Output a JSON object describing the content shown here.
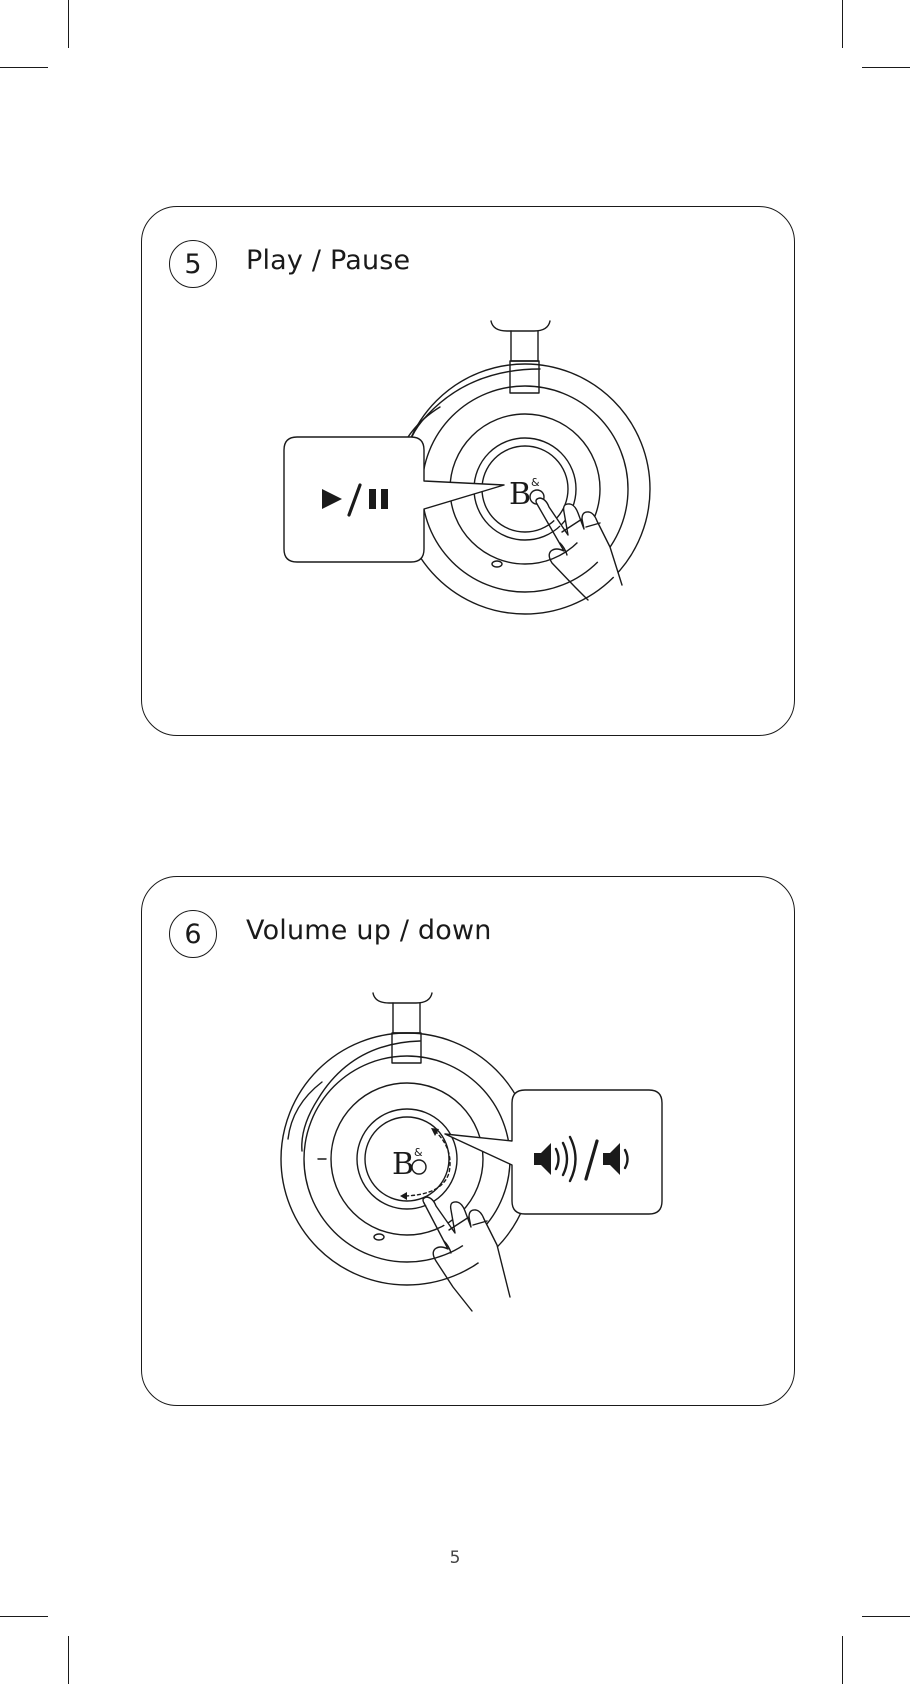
{
  "steps": [
    {
      "number": "5",
      "title": "Play / Pause",
      "icon": "play-pause-icon"
    },
    {
      "number": "6",
      "title": "Volume up / down",
      "icon": "volume-up-down-icon"
    }
  ],
  "page": {
    "number": "5"
  },
  "colors": {
    "ink": "#1a1a1a",
    "background": "#ffffff"
  }
}
